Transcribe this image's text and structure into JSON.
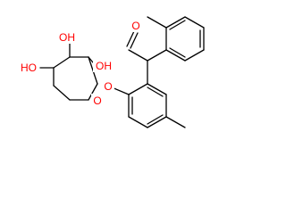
{
  "structure": {
    "atom_labels": {
      "carbonyl_oxygen": "O",
      "ether_oxygen": "O",
      "ring_oxygen": "O",
      "hydroxyl_top_left": "OH",
      "hydroxyl_top_right": "OH",
      "hydroxyl_left": "HO"
    },
    "colors": {
      "bond": "#000000",
      "heteroatom": "#ff0000"
    }
  }
}
